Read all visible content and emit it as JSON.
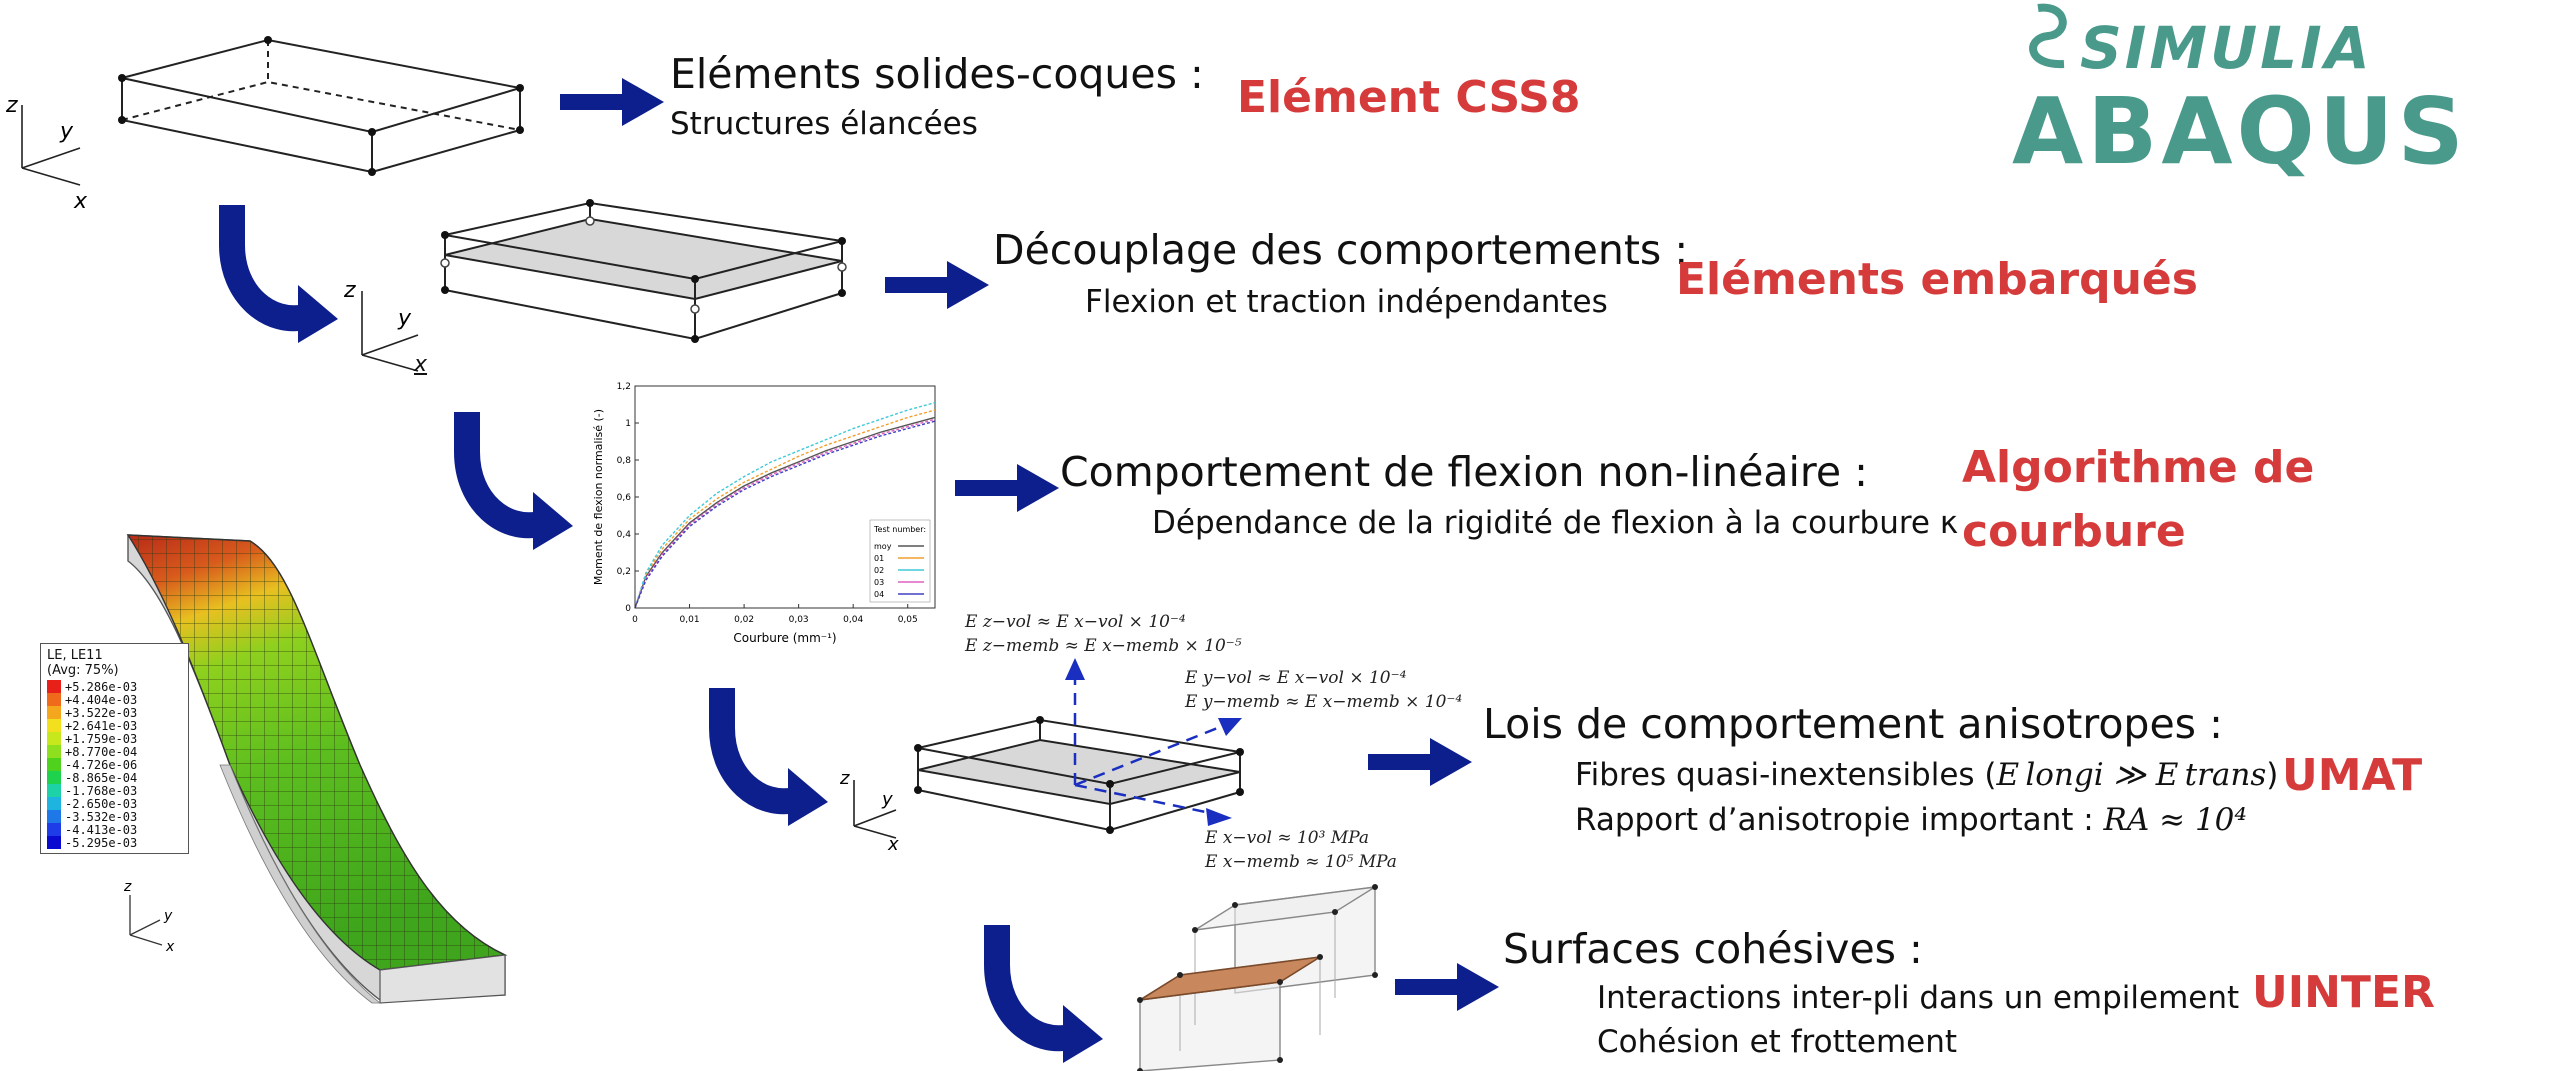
{
  "logo": {
    "brand": "SIMULIA",
    "product": "ABAQUS",
    "color": "#4a9a8c"
  },
  "accent": "#d63b3b",
  "arrow_color": "#0d1f8c",
  "steps": [
    {
      "title": "Eléments solides-coques :",
      "lines": [
        "Structures élancées"
      ],
      "tag": "Elément CSS8"
    },
    {
      "title": "Découplage des comportements :",
      "lines": [
        "Flexion et traction indépendantes"
      ],
      "tag": "Eléments embarqués"
    },
    {
      "title": "Comportement de flexion non-linéaire :",
      "lines": [
        "Dépendance de la rigidité de flexion à la courbure κ"
      ],
      "tag_line1": "Algorithme de",
      "tag_line2": "courbure"
    },
    {
      "title": "Lois de comportement anisotropes :",
      "line1_prefix": "Fibres quasi-inextensibles (",
      "line1_math": "E longi ≫ E trans",
      "line1_suffix": ")",
      "line2_prefix": "Rapport d’anisotropie important : ",
      "line2_math": "RA ≈ 10⁴",
      "tag": "UMAT"
    },
    {
      "title": "Surfaces cohésives :",
      "lines": [
        "Interactions inter-pli dans un empilement",
        "Cohésion et frottement"
      ],
      "tag": "UINTER"
    }
  ],
  "axes": {
    "z": "z",
    "y": "y",
    "x": "x"
  },
  "annotations": {
    "z_vol": "E z−vol ≈ E x−vol × 10⁻⁴",
    "z_memb": "E z−memb ≈ E x−memb × 10⁻⁵",
    "y_vol": "E y−vol ≈ E x−vol × 10⁻⁴",
    "y_memb": "E y−memb ≈ E x−memb × 10⁻⁴",
    "x_vol": "E x−vol ≈ 10³ MPa",
    "x_memb": "E x−memb ≈ 10⁵ MPa"
  },
  "legend": {
    "title1": "LE, LE11",
    "title2": "(Avg: 75%)",
    "values": [
      "+5.286e-03",
      "+4.404e-03",
      "+3.522e-03",
      "+2.641e-03",
      "+1.759e-03",
      "+8.770e-04",
      "-4.726e-06",
      "-8.865e-04",
      "-1.768e-03",
      "-2.650e-03",
      "-3.532e-03",
      "-4.413e-03",
      "-5.295e-03"
    ],
    "colors": [
      "#e8201a",
      "#ef6a1a",
      "#f4a71c",
      "#f2e01e",
      "#c8e81e",
      "#8ee01e",
      "#4fd21e",
      "#1ed24e",
      "#1ed2a8",
      "#1eb4e0",
      "#1e78e8",
      "#1e3ce8",
      "#0a0ad0"
    ]
  },
  "chart_data": {
    "type": "line",
    "xlabel": "Courbure (mm⁻¹)",
    "ylabel": "Moment de flexion normalisé (-)",
    "xlim": [
      0,
      0.055
    ],
    "ylim": [
      0,
      1.2
    ],
    "xticks": [
      "0",
      "0,01",
      "0,02",
      "0,03",
      "0,04",
      "0,05"
    ],
    "yticks": [
      "0",
      "0,2",
      "0,4",
      "0,6",
      "0,8",
      "1",
      "1,2"
    ],
    "legend_title": "Test number:",
    "x": [
      0,
      0.002,
      0.005,
      0.01,
      0.015,
      0.02,
      0.025,
      0.03,
      0.035,
      0.04,
      0.045,
      0.05,
      0.055
    ],
    "series": [
      {
        "name": "moy",
        "color": "#555555",
        "values": [
          0,
          0.17,
          0.3,
          0.46,
          0.57,
          0.66,
          0.73,
          0.79,
          0.85,
          0.9,
          0.95,
          0.99,
          1.03
        ]
      },
      {
        "name": "01",
        "color": "#f0a030",
        "values": [
          0,
          0.18,
          0.32,
          0.48,
          0.59,
          0.68,
          0.75,
          0.82,
          0.88,
          0.93,
          0.98,
          1.03,
          1.07
        ]
      },
      {
        "name": "02",
        "color": "#40c8d8",
        "values": [
          0,
          0.19,
          0.34,
          0.5,
          0.62,
          0.71,
          0.79,
          0.85,
          0.91,
          0.97,
          1.02,
          1.07,
          1.11
        ]
      },
      {
        "name": "03",
        "color": "#e060c0",
        "values": [
          0,
          0.16,
          0.29,
          0.45,
          0.56,
          0.65,
          0.72,
          0.78,
          0.84,
          0.89,
          0.94,
          0.98,
          1.02
        ]
      },
      {
        "name": "04",
        "color": "#4040c0",
        "values": [
          0,
          0.15,
          0.28,
          0.44,
          0.55,
          0.64,
          0.71,
          0.77,
          0.83,
          0.88,
          0.93,
          0.97,
          1.01
        ]
      }
    ]
  }
}
